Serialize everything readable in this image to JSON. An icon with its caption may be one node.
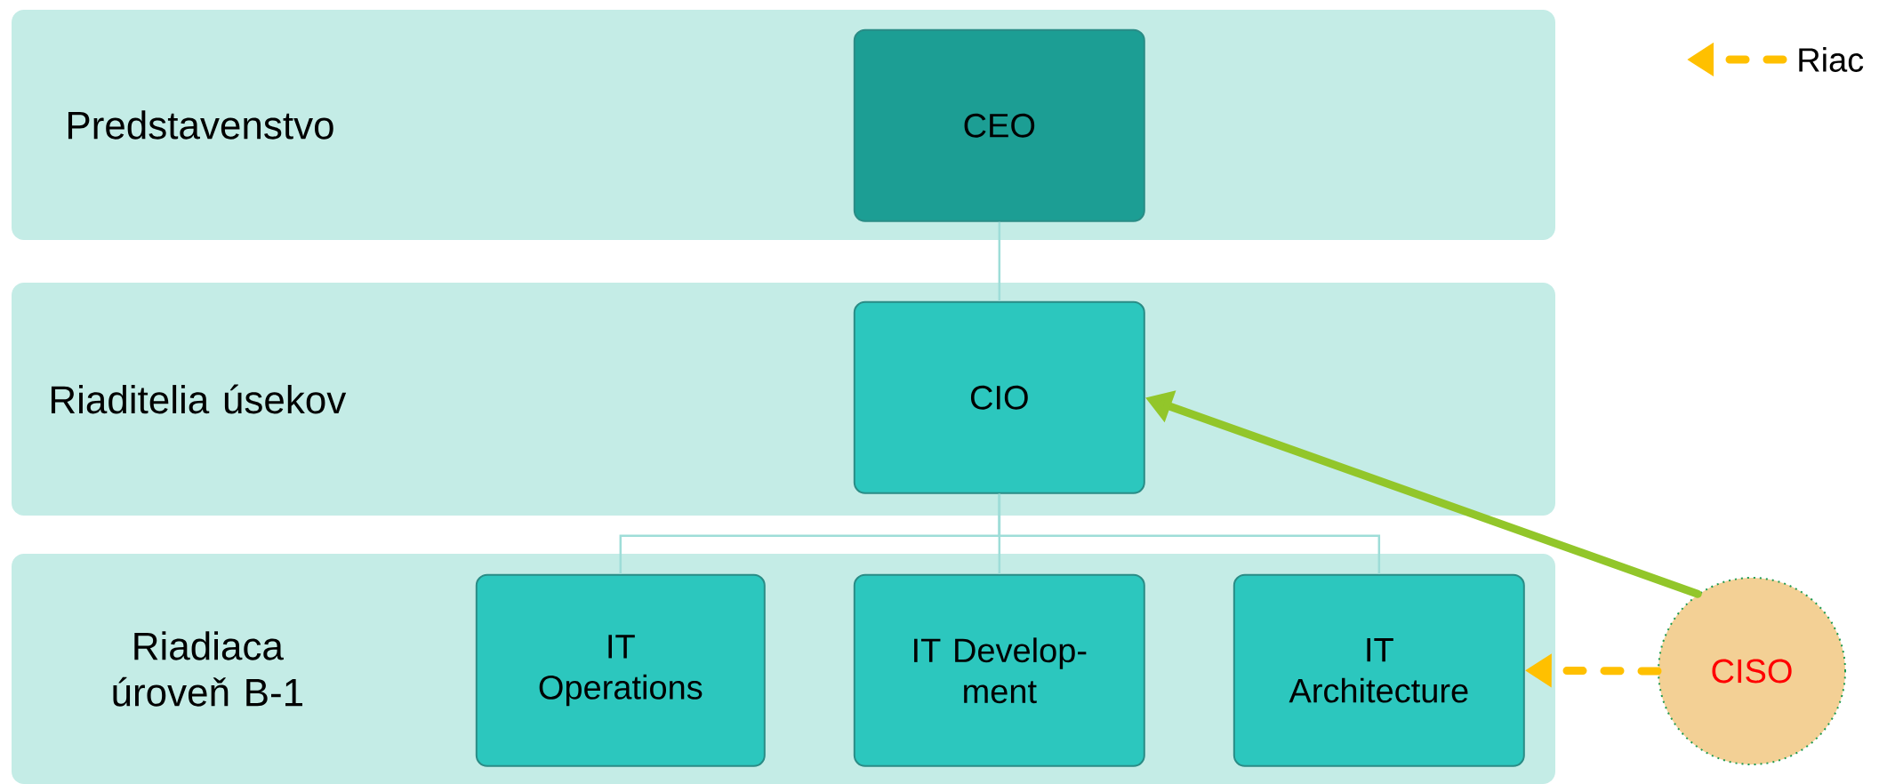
{
  "diagram": {
    "nodes": [
      {
        "text": [
          "Predstavenstvo"
        ]
      },
      {
        "text": [
          "CEO"
        ],
        "in": 0
      },
      {
        "text": [
          "Riaditelia úsekov"
        ]
      },
      {
        "text": [
          "CIO"
        ],
        "in": 2
      },
      {
        "text": [
          "Riadiaca úroveň B-1"
        ]
      },
      {
        "text": [
          "IT Operations"
        ],
        "in": 4
      },
      {
        "text": [
          "IT Develop- ment"
        ],
        "in": 4
      },
      {
        "text": [
          "IT Architecture"
        ],
        "in": 4
      },
      {
        "text": [
          "CISO"
        ]
      }
    ],
    "edges": [
      {
        "from": 1,
        "to": 3,
        "arrow": "none"
      },
      {
        "from": 3,
        "to": 5,
        "arrow": "none"
      },
      {
        "from": 3,
        "to": 6,
        "arrow": "none"
      },
      {
        "from": 3,
        "to": 7,
        "arrow": "none"
      },
      {
        "from": 8,
        "to": 3,
        "arrow": "to",
        "style": "thick",
        "color": "#92c62a"
      },
      {
        "from": 8,
        "to": 7,
        "arrow": "to",
        "style": "dashed",
        "color": "#ffc000"
      }
    ],
    "legend": [
      {
        "text": "Riac"
      }
    ]
  }
}
